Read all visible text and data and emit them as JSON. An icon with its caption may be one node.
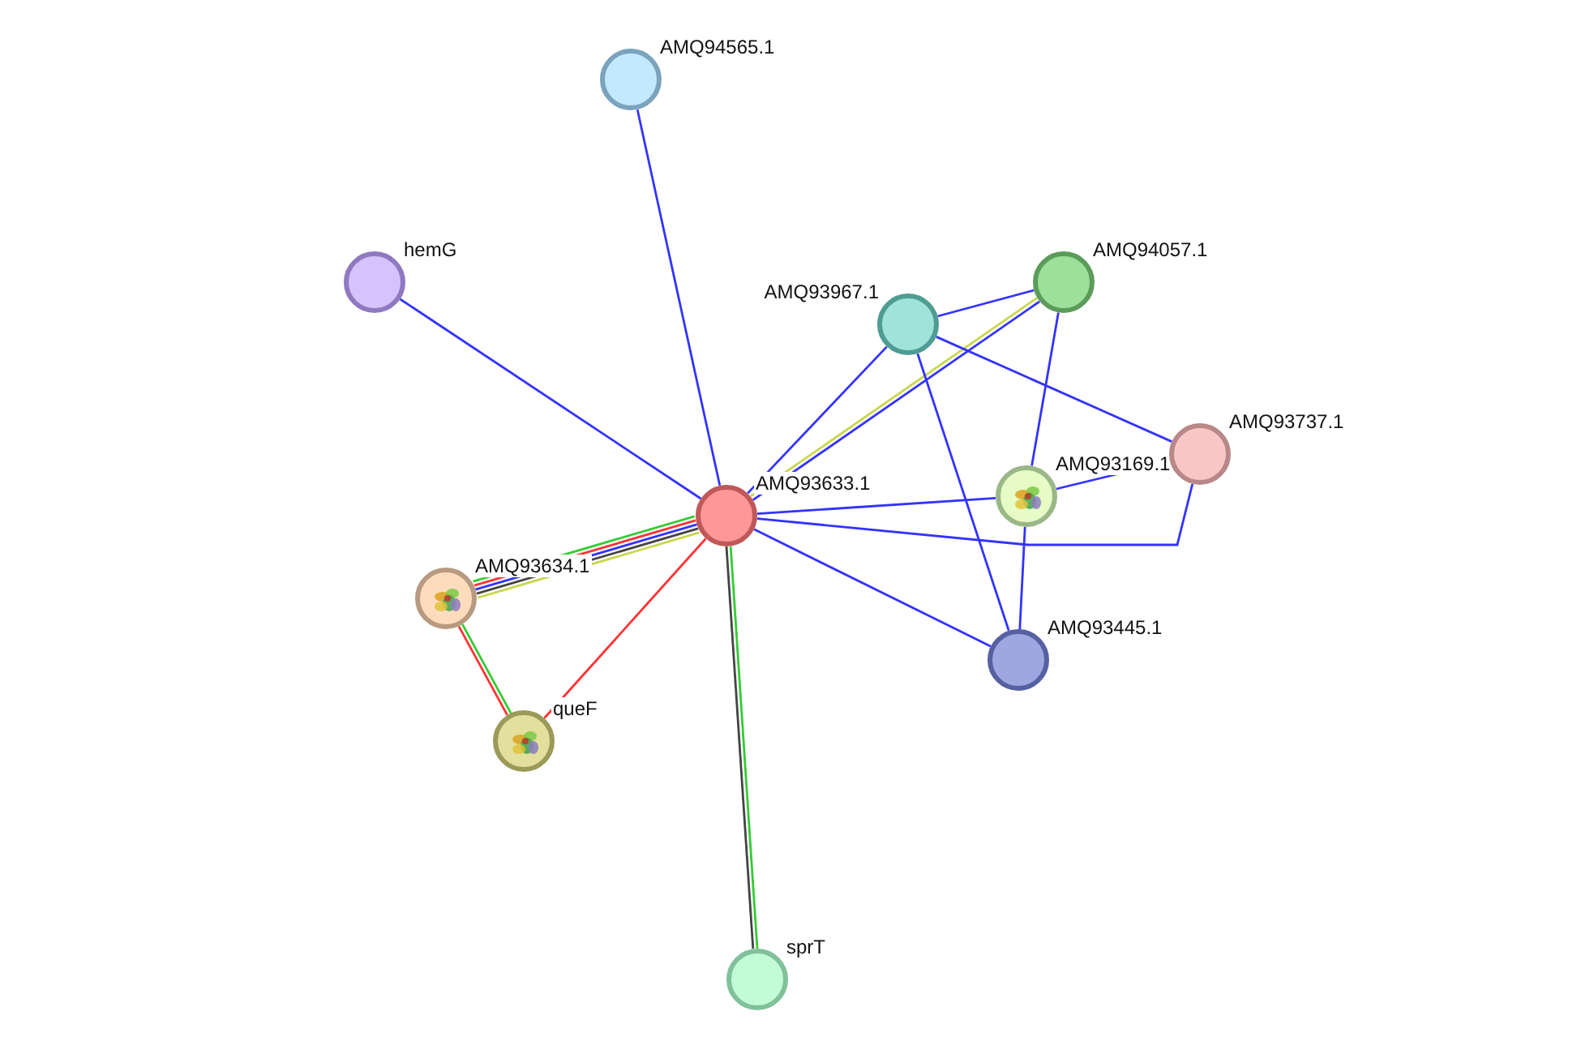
{
  "diagram": {
    "nodes": [
      {
        "text": [
          "AMQ94565.1"
        ]
      },
      {
        "text": [
          "hemG"
        ]
      },
      {
        "text": [
          "AMQ94057.1"
        ]
      },
      {
        "text": [
          "AMQ93967.1"
        ]
      },
      {
        "text": [
          "AMQ93633.1"
        ]
      },
      {
        "text": [
          "AMQ93169.1"
        ]
      },
      {
        "text": [
          "AMQ93737.1"
        ]
      },
      {
        "text": [
          "AMQ93634.1"
        ]
      },
      {
        "text": [
          "AMQ93445.1"
        ]
      },
      {
        "text": [
          "queF"
        ]
      },
      {
        "text": [
          "sprT"
        ]
      }
    ],
    "edges": [
      {
        "from": 4,
        "to": 0,
        "arrow": "none"
      },
      {
        "from": 4,
        "to": 1,
        "arrow": "none"
      },
      {
        "from": 4,
        "to": 2,
        "arrow": "none"
      },
      {
        "from": 4,
        "to": 2,
        "arrow": "none",
        "color": "#c8d74a"
      },
      {
        "from": 4,
        "to": 3,
        "arrow": "none"
      },
      {
        "from": 4,
        "to": 5,
        "arrow": "none"
      },
      {
        "from": 4,
        "to": 6,
        "arrow": "none"
      },
      {
        "from": 4,
        "to": 8,
        "arrow": "none"
      },
      {
        "from": 4,
        "to": 7,
        "arrow": "none",
        "color": "#c8d74a"
      },
      {
        "from": 4,
        "to": 7,
        "arrow": "none",
        "color": "#444444"
      },
      {
        "from": 4,
        "to": 7,
        "arrow": "none"
      },
      {
        "from": 4,
        "to": 7,
        "arrow": "none",
        "color": "#ff3333"
      },
      {
        "from": 4,
        "to": 7,
        "arrow": "none",
        "color": "#33cc33"
      },
      {
        "from": 4,
        "to": 9,
        "arrow": "none",
        "color": "#ff3333"
      },
      {
        "from": 4,
        "to": 10,
        "arrow": "none",
        "color": "#33cc33"
      },
      {
        "from": 4,
        "to": 10,
        "arrow": "none",
        "color": "#444444"
      },
      {
        "from": 7,
        "to": 9,
        "arrow": "none",
        "color": "#33cc33"
      },
      {
        "from": 7,
        "to": 9,
        "arrow": "none",
        "color": "#ff3333"
      },
      {
        "from": 2,
        "to": 3,
        "arrow": "none"
      },
      {
        "from": 2,
        "to": 5,
        "arrow": "none"
      },
      {
        "from": 3,
        "to": 6,
        "arrow": "none"
      },
      {
        "from": 3,
        "to": 8,
        "arrow": "none"
      },
      {
        "from": 5,
        "to": 8,
        "arrow": "none"
      },
      {
        "from": 5,
        "to": 6,
        "arrow": "none"
      }
    ]
  }
}
